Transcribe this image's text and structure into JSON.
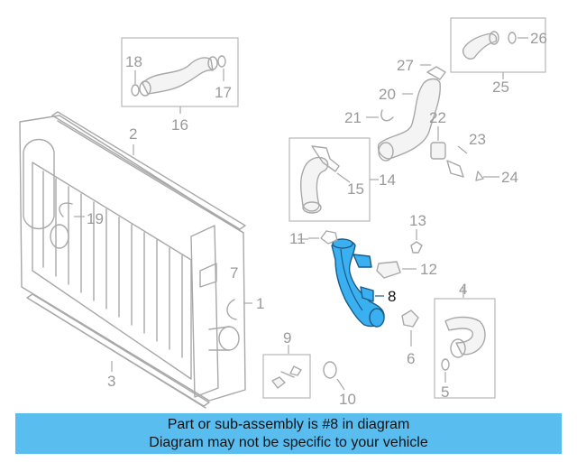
{
  "callouts": {
    "c1": "1",
    "c2": "2",
    "c3": "3",
    "c4": "4",
    "c5": "5",
    "c6": "6",
    "c7": "7",
    "c8": "8",
    "c9": "9",
    "c10": "10",
    "c11": "11",
    "c12": "12",
    "c13": "13",
    "c14": "14",
    "c15": "15",
    "c16": "16",
    "c17": "17",
    "c18": "18",
    "c19": "19",
    "c20": "20",
    "c21": "21",
    "c22": "22",
    "c23": "23",
    "c24": "24",
    "c25": "25",
    "c26": "26",
    "c27": "27"
  },
  "highlighted_part": "8",
  "colors": {
    "highlight": "#3ab0f0",
    "banner": "#59bdf0",
    "linework": "#a8a8a8"
  },
  "banner": {
    "line1": "Part or sub-assembly is #8 in diagram",
    "line2": "Diagram may not be specific to your vehicle"
  }
}
